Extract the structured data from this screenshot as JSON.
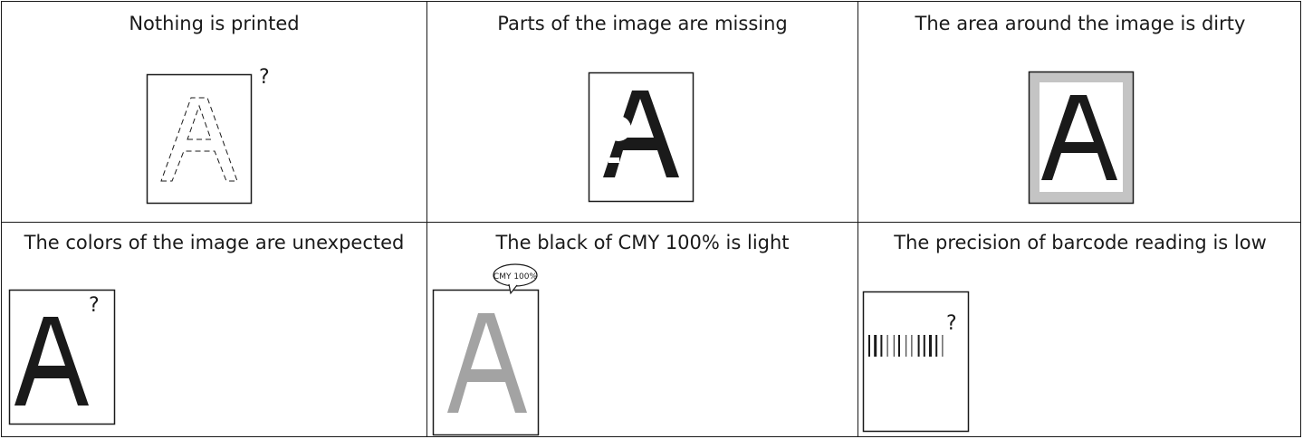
{
  "cells": [
    {
      "caption": "Nothing is printed",
      "icon": "faint-letter-a-icon",
      "marker": "?"
    },
    {
      "caption": "Parts of the image are missing",
      "icon": "partial-letter-a-icon"
    },
    {
      "caption": "The area around the image is dirty",
      "icon": "dirty-border-letter-a-icon",
      "colors": {
        "dirt": "#c4c4c4"
      }
    },
    {
      "caption": "The colors of the image are unexpected",
      "icon": "wrong-color-letter-a-icon",
      "marker": "?"
    },
    {
      "caption": "The black of CMY 100% is light",
      "icon": "light-letter-a-icon",
      "bubble_text": "CMY 100%",
      "colors": {
        "light_letter": "#a3a3a3"
      }
    },
    {
      "caption": "The precision of barcode reading is low",
      "icon": "barcode-icon",
      "marker": "?"
    }
  ],
  "colors": {
    "ink": "#1a1a1a",
    "paper": "#ffffff"
  }
}
